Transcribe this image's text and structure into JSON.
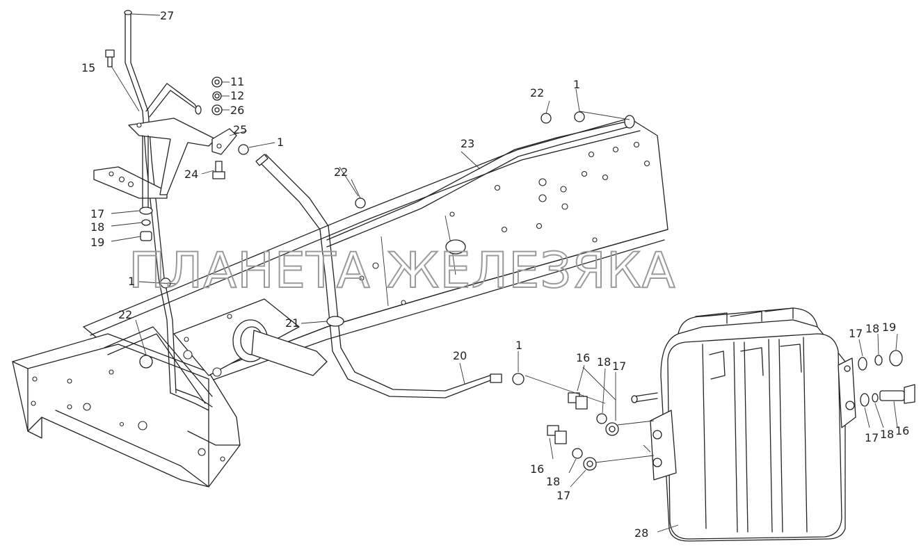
{
  "watermark": "ПЛАНЕТА ЖЕЛЕЗЯКА",
  "callouts": [
    {
      "id": "c27",
      "text": "27"
    },
    {
      "id": "c15",
      "text": "15"
    },
    {
      "id": "c11",
      "text": "11"
    },
    {
      "id": "c12",
      "text": "12"
    },
    {
      "id": "c26",
      "text": "26"
    },
    {
      "id": "c25",
      "text": "25"
    },
    {
      "id": "c1a",
      "text": "1"
    },
    {
      "id": "c24",
      "text": "24"
    },
    {
      "id": "c17a",
      "text": "17"
    },
    {
      "id": "c18a",
      "text": "18"
    },
    {
      "id": "c19a",
      "text": "19"
    },
    {
      "id": "c1b",
      "text": "1"
    },
    {
      "id": "c22a",
      "text": "22"
    },
    {
      "id": "c22b",
      "text": "22"
    },
    {
      "id": "c1c",
      "text": "1"
    },
    {
      "id": "c23",
      "text": "23"
    },
    {
      "id": "c22c",
      "text": "22"
    },
    {
      "id": "c21",
      "text": "21"
    },
    {
      "id": "c20",
      "text": "20"
    },
    {
      "id": "c1d",
      "text": "1"
    },
    {
      "id": "c16a",
      "text": "16"
    },
    {
      "id": "c18b",
      "text": "18"
    },
    {
      "id": "c17b",
      "text": "17"
    },
    {
      "id": "c16b",
      "text": "16"
    },
    {
      "id": "c18c",
      "text": "18"
    },
    {
      "id": "c17c",
      "text": "17"
    },
    {
      "id": "c17d",
      "text": "17"
    },
    {
      "id": "c18d",
      "text": "18"
    },
    {
      "id": "c19b",
      "text": "19"
    },
    {
      "id": "c17e",
      "text": "17"
    },
    {
      "id": "c18e",
      "text": "18"
    },
    {
      "id": "c16c",
      "text": "16"
    },
    {
      "id": "c28",
      "text": "28"
    }
  ]
}
